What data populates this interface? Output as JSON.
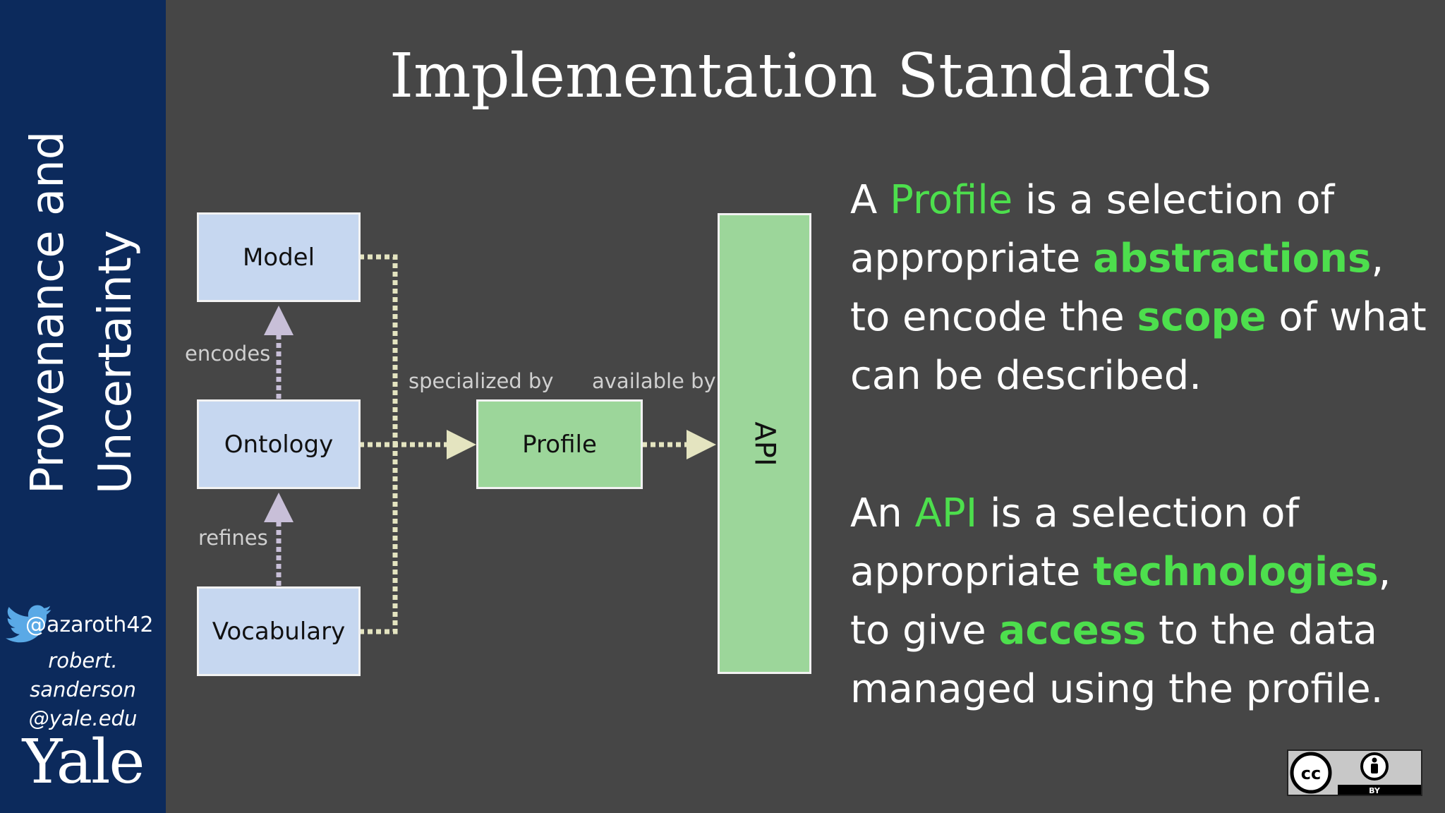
{
  "sidebar": {
    "title_line1": "Provenance and",
    "title_line2": "Uncertainty",
    "handle": "@azaroth42",
    "email_line1": "robert.",
    "email_line2": "sanderson",
    "email_line3": "@yale.edu",
    "logo": "Yale"
  },
  "title": "Implementation Standards",
  "diagram": {
    "model": "Model",
    "ontology": "Ontology",
    "vocabulary": "Vocabulary",
    "profile": "Profile",
    "api": "API",
    "encodes": "encodes",
    "refines": "refines",
    "specialized_by": "specialized by",
    "available_by": "available by"
  },
  "para1": {
    "p1": "A ",
    "p2": "Profile",
    "p3": " is a selection of appropriate ",
    "p4": "abstractions",
    "p5": ", to encode the ",
    "p6": "scope",
    "p7": " of what can be described."
  },
  "para2": {
    "p1": "An ",
    "p2": "API",
    "p3": " is a selection of appropriate ",
    "p4": "technologies",
    "p5": ", to give ",
    "p6": "access",
    "p7": " to the data managed using the profile."
  },
  "license": {
    "cc": "cc",
    "by": "BY"
  },
  "icons": [
    "twitter-icon",
    "cc-icon",
    "attribution-icon"
  ],
  "colors": {
    "background": "#464646",
    "sidebar": "#0c2a5c",
    "highlight": "#4ddf4d",
    "blue_box": "#c6d7f0",
    "green_box": "#9cd69a",
    "connector": "#e4e4c0",
    "vertical_arrow": "#c8bfd8"
  }
}
